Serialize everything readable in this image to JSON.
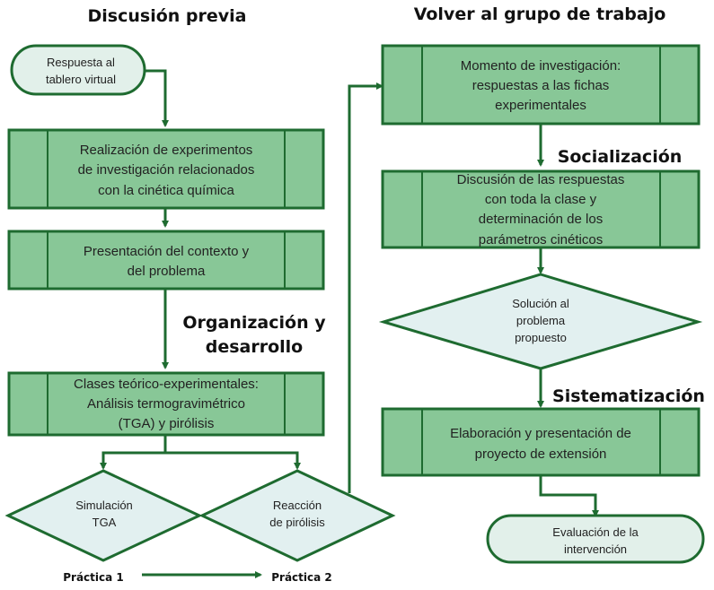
{
  "headings": {
    "discusion_previa": "Discusión previa",
    "volver_grupo": "Volver al grupo de trabajo",
    "organizacion_1": "Organización y",
    "organizacion_2": "desarrollo",
    "socializacion": "Socialización",
    "sistematizacion": "Sistematización"
  },
  "nodes": {
    "respuesta_tablero": [
      "Respuesta al",
      "tablero virtual"
    ],
    "realizacion": [
      "Realización de experimentos",
      "de investigación relacionados",
      "con la cinética química"
    ],
    "presentacion": [
      "Presentación del contexto y",
      "del problema"
    ],
    "clases": [
      "Clases teórico-experimentales:",
      "Análisis termogravimétrico",
      "(TGA) y pirólisis"
    ],
    "simulacion": [
      "Simulación",
      "TGA"
    ],
    "reaccion": [
      "Reacción",
      "de pirólisis"
    ],
    "momento": [
      "Momento de investigación:",
      "respuestas a las fichas",
      "experimentales"
    ],
    "discusion": [
      "Discusión de las respuestas",
      "con toda la clase y",
      "determinación de los",
      "parámetros cinéticos"
    ],
    "solucion": [
      "Solución al",
      "problema",
      "propuesto"
    ],
    "elaboracion": [
      "Elaboración y presentación de",
      "proyecto de extensión"
    ],
    "evaluacion": [
      "Evaluación de la",
      "intervención"
    ]
  },
  "labels": {
    "practica1": "Práctica 1",
    "practica2": "Práctica 2"
  },
  "colors": {
    "process_fill": "#88c797",
    "stroke": "#1e6b30",
    "terminal_fill": "#e2f0ea",
    "decision_fill": "#e2f0f0"
  }
}
